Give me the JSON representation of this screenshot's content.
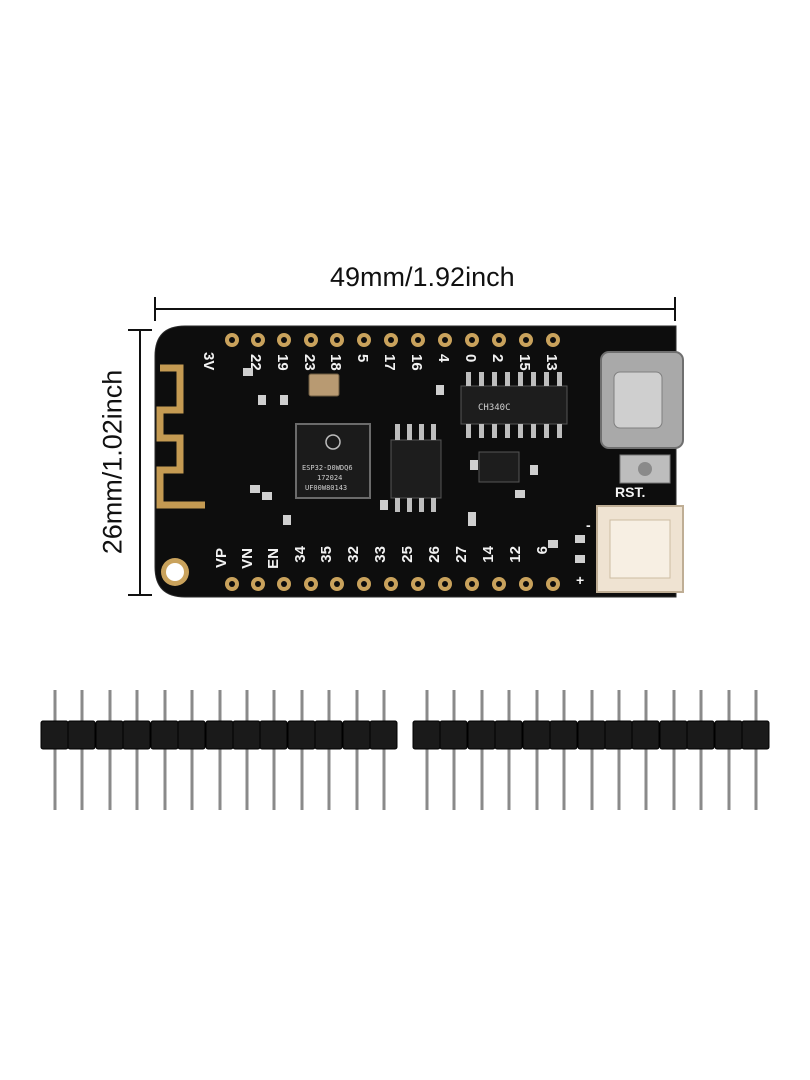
{
  "dimensions": {
    "width_label": "49mm/1.92inch",
    "height_label": "26mm/1.02inch"
  },
  "board": {
    "top_pins": [
      "3V",
      "22",
      "19",
      "23",
      "18",
      "5",
      "17",
      "16",
      "4",
      "0",
      "2",
      "15",
      "13"
    ],
    "bottom_pins": [
      "VP",
      "VN",
      "EN",
      "34",
      "35",
      "32",
      "33",
      "25",
      "26",
      "27",
      "14",
      "12",
      "6"
    ],
    "main_chip_text": [
      "ESP32-D0WDQ6",
      "172024",
      "UF00W80143"
    ],
    "usb_chip_text": "CH340C",
    "reset_label": "RST.",
    "battery_plus": "+",
    "battery_minus": "-"
  },
  "headers": {
    "left_pin_count": 13,
    "right_pin_count": 13
  }
}
